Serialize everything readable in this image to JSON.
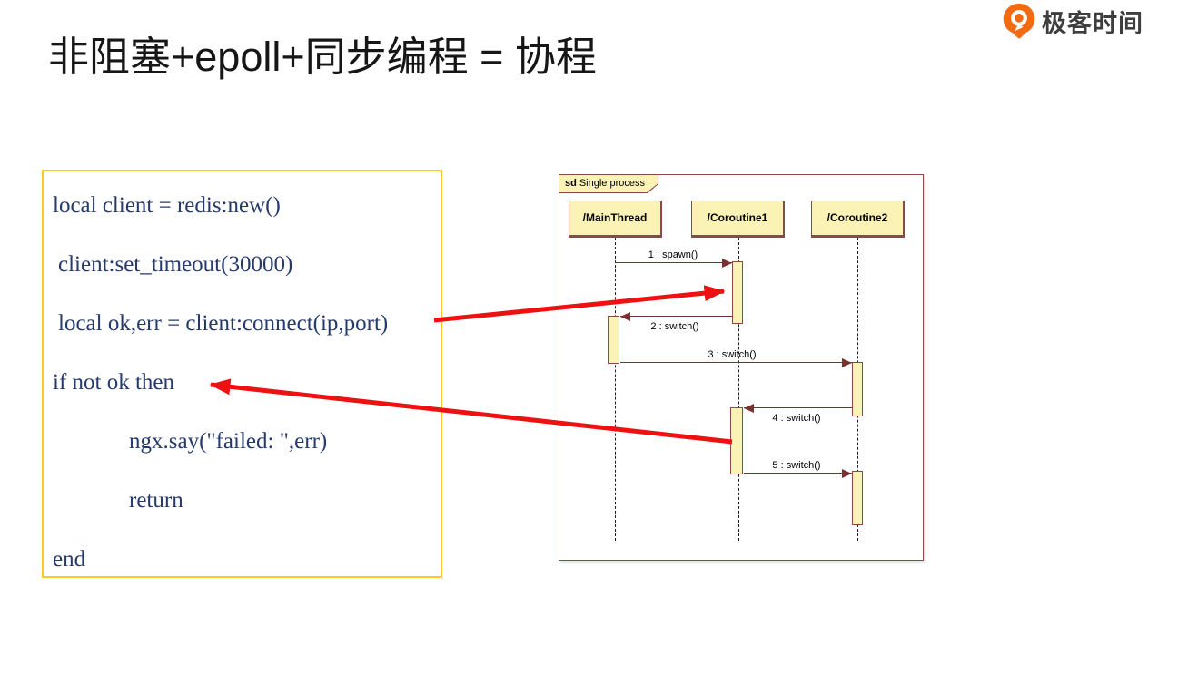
{
  "page": {
    "title": "非阻塞+epoll+同步编程 = 协程"
  },
  "logo": {
    "text": "极客时间",
    "icon": "geektime-logo-icon"
  },
  "code_panel": {
    "lines": [
      {
        "text": "local client = redis:new()"
      },
      {
        "text": "client:set_timeout(30000)"
      },
      {
        "text": "local ok,err = client:connect(ip,port)"
      },
      {
        "text": "if not ok then"
      },
      {
        "text": "ngx.say(\"failed: \",err)"
      },
      {
        "text": "return"
      },
      {
        "text": "end"
      }
    ]
  },
  "sequence_diagram": {
    "frame_keyword": "sd",
    "frame_label": "Single process",
    "lifelines": [
      {
        "name": "/MainThread"
      },
      {
        "name": "/Coroutine1"
      },
      {
        "name": "/Coroutine2"
      }
    ],
    "messages": [
      {
        "label": "1 : spawn()",
        "from": "/MainThread",
        "to": "/Coroutine1"
      },
      {
        "label": "2 : switch()",
        "from": "/Coroutine1",
        "to": "/MainThread"
      },
      {
        "label": "3 : switch()",
        "from": "/MainThread",
        "to": "/Coroutine2"
      },
      {
        "label": "4 : switch()",
        "from": "/Coroutine2",
        "to": "/Coroutine1"
      },
      {
        "label": "5 : switch()",
        "from": "/Coroutine1",
        "to": "/Coroutine2"
      }
    ]
  },
  "annotations": {
    "arrow_1": {
      "from": "local ok,err = client:connect(ip,port)",
      "to": "/Coroutine1 activation after 1 : spawn()"
    },
    "arrow_2": {
      "from": "/Coroutine1 activation after 4 : switch()",
      "to": "if not ok then"
    }
  },
  "colors": {
    "accent-red": "#ED1111",
    "diagram-fill": "#FBF3B5",
    "diagram-border": "#8A4A4A",
    "diagram-line": "#7B3030",
    "code-border": "#FFC72C",
    "code-text": "#263A6B",
    "logo-orange": "#F26B13",
    "title-color": "#161616"
  }
}
